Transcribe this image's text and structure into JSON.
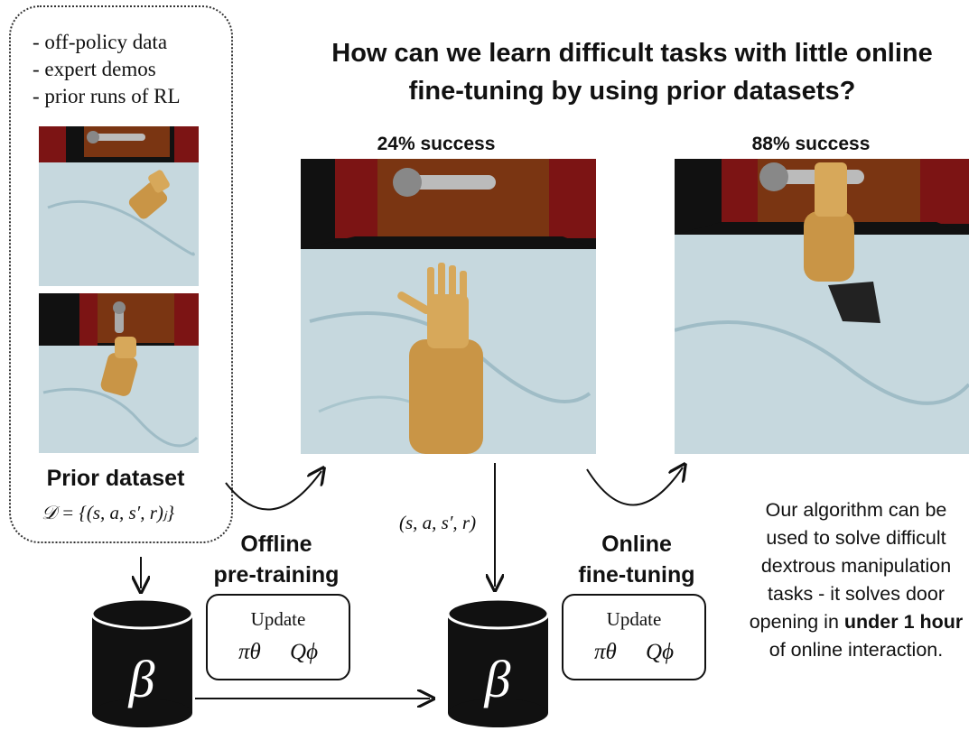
{
  "title_line1": "How can we learn difficult tasks with little online",
  "title_line2": "fine-tuning by using prior datasets?",
  "prior_sources": [
    "off-policy data",
    "expert demos",
    "prior runs of RL"
  ],
  "prior_dataset": {
    "label": "Prior dataset",
    "formula": "𝒟 = {(s, a, s′, r)ⱼ}"
  },
  "offline": {
    "line1": "Offline",
    "line2": "pre-training"
  },
  "online": {
    "line1": "Online",
    "line2": "fine-tuning"
  },
  "transition_label": "(s, a, s′, r)",
  "update_box": {
    "label": "Update",
    "policy": "πθ",
    "q": "Qϕ"
  },
  "buffer_symbol": "β",
  "results": [
    {
      "label": "24% success"
    },
    {
      "label": "88% success"
    }
  ],
  "side_text": {
    "pre": "Our algorithm can be used to solve difficult dextrous manipulation tasks - it solves door opening in ",
    "bold": "under 1 hour",
    "post": " of online interaction."
  },
  "colors": {
    "door": "#7a3512",
    "pillar": "#7c1414",
    "floor": "#c6d8de",
    "hand": "#c99546",
    "background": "#111111"
  }
}
